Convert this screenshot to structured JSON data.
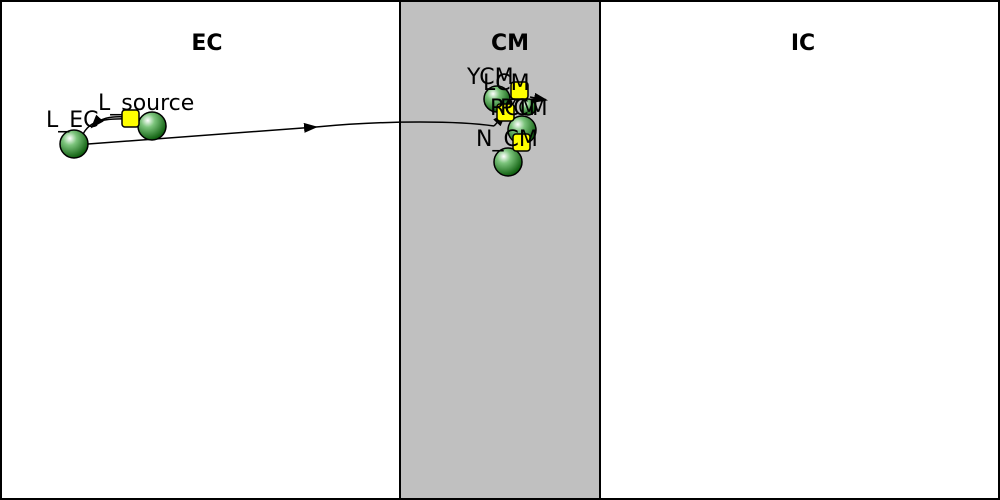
{
  "compartments": [
    {
      "id": "ec",
      "label": "EC",
      "fill": "#ffffff"
    },
    {
      "id": "cm",
      "label": "CM",
      "fill": "#c0c0c0"
    },
    {
      "id": "ic",
      "label": "IC",
      "fill": "#ffffff"
    }
  ],
  "species": [
    {
      "id": "l_ec",
      "label": "L_EC"
    },
    {
      "id": "l_source",
      "label": "L_source"
    },
    {
      "id": "ycm",
      "label": "YCM"
    },
    {
      "id": "lcm",
      "label": "LCM"
    },
    {
      "id": "ncm",
      "label": "N_CM"
    },
    {
      "id": "rcm",
      "label": "RCM"
    },
    {
      "id": "pcm",
      "label": "PCM"
    }
  ],
  "colors": {
    "species_fill": "#2e8b2e",
    "reaction_fill": "#ffff00",
    "stroke": "#000000"
  }
}
